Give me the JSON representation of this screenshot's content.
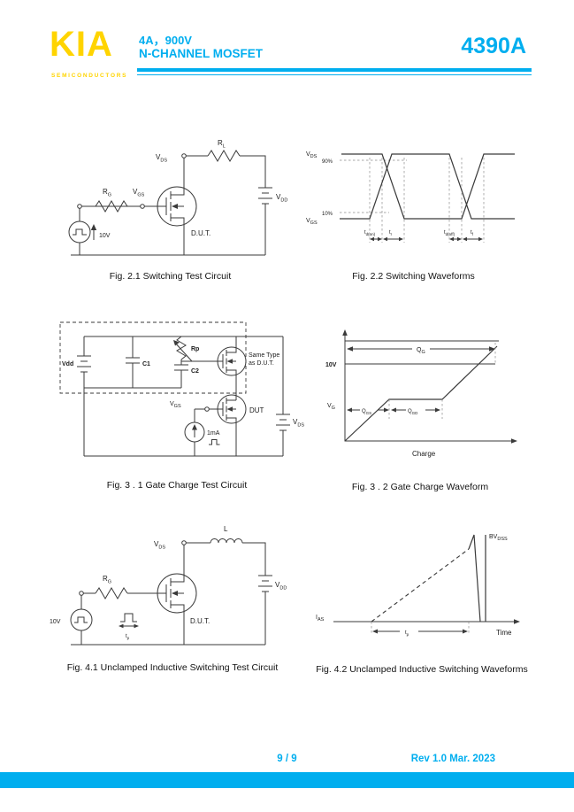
{
  "colors": {
    "accent": "#00AEEF",
    "logo_yellow": "#FFD400"
  },
  "header": {
    "logo": "KIA",
    "logo_sub": "SEMICONDUCTORS",
    "rating": "4A，900V",
    "device_type": "N-CHANNEL MOSFET",
    "part_number": "4390A"
  },
  "figures": {
    "fig21": {
      "caption": "Fig. 2.1 Switching Test Circuit",
      "labels": {
        "vds": {
          "main": "V",
          "sub": "DS"
        },
        "rl": {
          "main": "R",
          "sub": "L"
        },
        "vdd": {
          "main": "V",
          "sub": "DD"
        },
        "vgs": {
          "main": "V",
          "sub": "GS"
        },
        "rg": {
          "main": "R",
          "sub": "G"
        },
        "source_v": "10V",
        "dut": "D.U.T."
      }
    },
    "fig22": {
      "caption": "Fig. 2.2 Switching Waveforms",
      "labels": {
        "vds": {
          "main": "V",
          "sub": "DS"
        },
        "vgs": {
          "main": "V",
          "sub": "GS"
        },
        "p90": "90%",
        "p10": "10%",
        "td_on": {
          "main": "t",
          "sub": "d(on)"
        },
        "tr": {
          "main": "t",
          "sub": "r"
        },
        "td_off": {
          "main": "t",
          "sub": "d(off)"
        },
        "tf": {
          "main": "t",
          "sub": "f"
        }
      }
    },
    "fig31": {
      "caption": "Fig. 3 . 1 Gate Charge Test Circuit",
      "labels": {
        "vdd": "Vdd",
        "c1": "C1",
        "rp": "Rp",
        "c2": "C2",
        "same_type_1": "Same Type",
        "same_type_2": "as D.U.T.",
        "vgs": {
          "main": "V",
          "sub": "GS"
        },
        "dut": "DUT",
        "current": "1mA",
        "vds": {
          "main": "V",
          "sub": "DS"
        }
      }
    },
    "fig32": {
      "caption": "Fig. 3 . 2 Gate Charge Waveform",
      "labels": {
        "v10": "10V",
        "qg": {
          "main": "Q",
          "sub": "G"
        },
        "qgs": {
          "main": "Q",
          "sub": "GS"
        },
        "qgd": {
          "main": "Q",
          "sub": "GD"
        },
        "vg": {
          "main": "V",
          "sub": "G"
        },
        "xaxis": "Charge"
      }
    },
    "fig41": {
      "caption": "Fig. 4.1 Unclamped Inductive Switching Test Circuit",
      "labels": {
        "vds": {
          "main": "V",
          "sub": "DS"
        },
        "ind": "L",
        "vdd": {
          "main": "V",
          "sub": "DD"
        },
        "rg": {
          "main": "R",
          "sub": "G"
        },
        "source_v": "10V",
        "tp": {
          "main": "t",
          "sub": "p"
        },
        "dut": "D.U.T."
      }
    },
    "fig42": {
      "caption": "Fig. 4.2 Unclamped Inductive Switching Waveforms",
      "labels": {
        "bvdss": {
          "main": "BV",
          "sub": "DSS"
        },
        "ias": {
          "main": "I",
          "sub": "AS"
        },
        "tp": {
          "main": "t",
          "sub": "p"
        },
        "time": "Time"
      }
    }
  },
  "footer": {
    "page": "9 / 9",
    "revision": "Rev 1.0 Mar. 2023"
  }
}
